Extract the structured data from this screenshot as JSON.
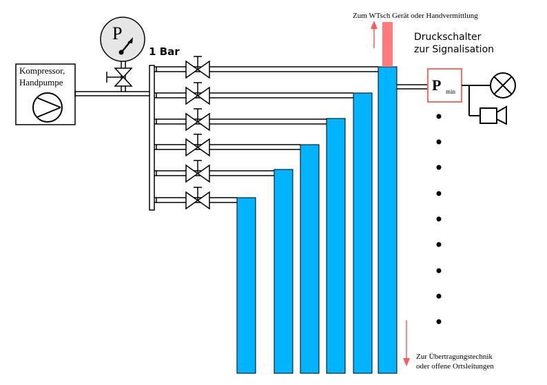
{
  "labels": {
    "compressor_line1": "Kompressor,",
    "compressor_line2": "Handpumpe",
    "gauge_symbol": "P",
    "pressure_value": "1 Bar",
    "top_arrow_note": "Zum WTsch Gerät oder Handvermittlung",
    "switch_title_line1": "Druckschalter",
    "switch_title_line2": "zur Signalisation",
    "switch_symbol": "P",
    "switch_subscript": "min",
    "bottom_note_line1": "Zur Übertragungstechnik",
    "bottom_note_line2": "oder offene Ortsleitungen"
  },
  "colors": {
    "cable": "#00b4ff",
    "outlet": "#ff7a7a",
    "arrow": "#ff5a5a",
    "switch_border": "#ff6b6b",
    "line": "#000000"
  },
  "icons": {
    "compressor": "pump-icon",
    "gauge": "pressure-gauge-icon",
    "valve": "valve-icon",
    "lamp": "signal-lamp-icon",
    "horn": "horn-icon"
  }
}
